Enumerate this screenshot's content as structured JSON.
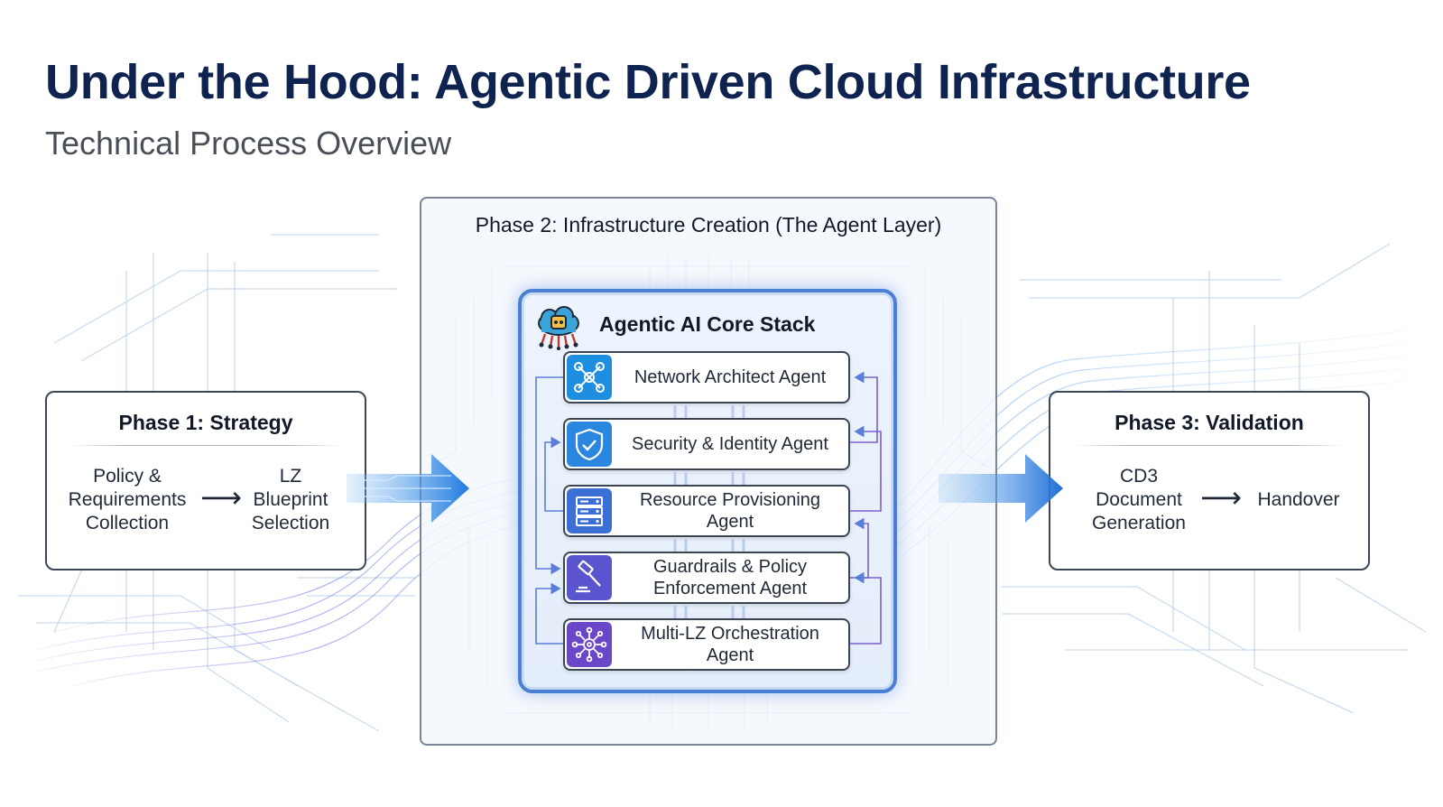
{
  "header": {
    "title": "Under the Hood: Agentic Driven Cloud Infrastructure",
    "subtitle": "Technical Process Overview"
  },
  "phase1": {
    "title": "Phase 1: Strategy",
    "steps": [
      {
        "lines": [
          "Policy &",
          "Requirements",
          "Collection"
        ]
      },
      {
        "lines": [
          "LZ",
          "Blueprint",
          "Selection"
        ]
      }
    ]
  },
  "phase2": {
    "title": "Phase 2: Infrastructure Creation (The Agent Layer)",
    "core": {
      "title": "Agentic AI Core Stack",
      "icon": "robot-cloud-icon",
      "agents": [
        {
          "lines": [
            "Network Architect Agent"
          ],
          "icon": "network-nodes-icon",
          "color": "#1e8ee0"
        },
        {
          "lines": [
            "Security & Identity Agent"
          ],
          "icon": "shield-check-icon",
          "color": "#2a86df"
        },
        {
          "lines": [
            "Resource Provisioning",
            "Agent"
          ],
          "icon": "server-rack-icon",
          "color": "#3c6fd6"
        },
        {
          "lines": [
            "Guardrails & Policy",
            "Enforcement Agent"
          ],
          "icon": "gavel-icon",
          "color": "#5a55cf"
        },
        {
          "lines": [
            "Multi-LZ Orchestration",
            "Agent"
          ],
          "icon": "orchestration-hub-icon",
          "color": "#6a46c8"
        }
      ]
    }
  },
  "phase3": {
    "title": "Phase 3: Validation",
    "steps": [
      {
        "lines": [
          "CD3",
          "Document",
          "Generation"
        ]
      },
      {
        "lines": [
          "Handover"
        ]
      }
    ]
  },
  "colors": {
    "title": "#0f2350",
    "accent_blue": "#1f7ae0",
    "accent_purple": "#6a46c8",
    "border": "#3c4655"
  }
}
